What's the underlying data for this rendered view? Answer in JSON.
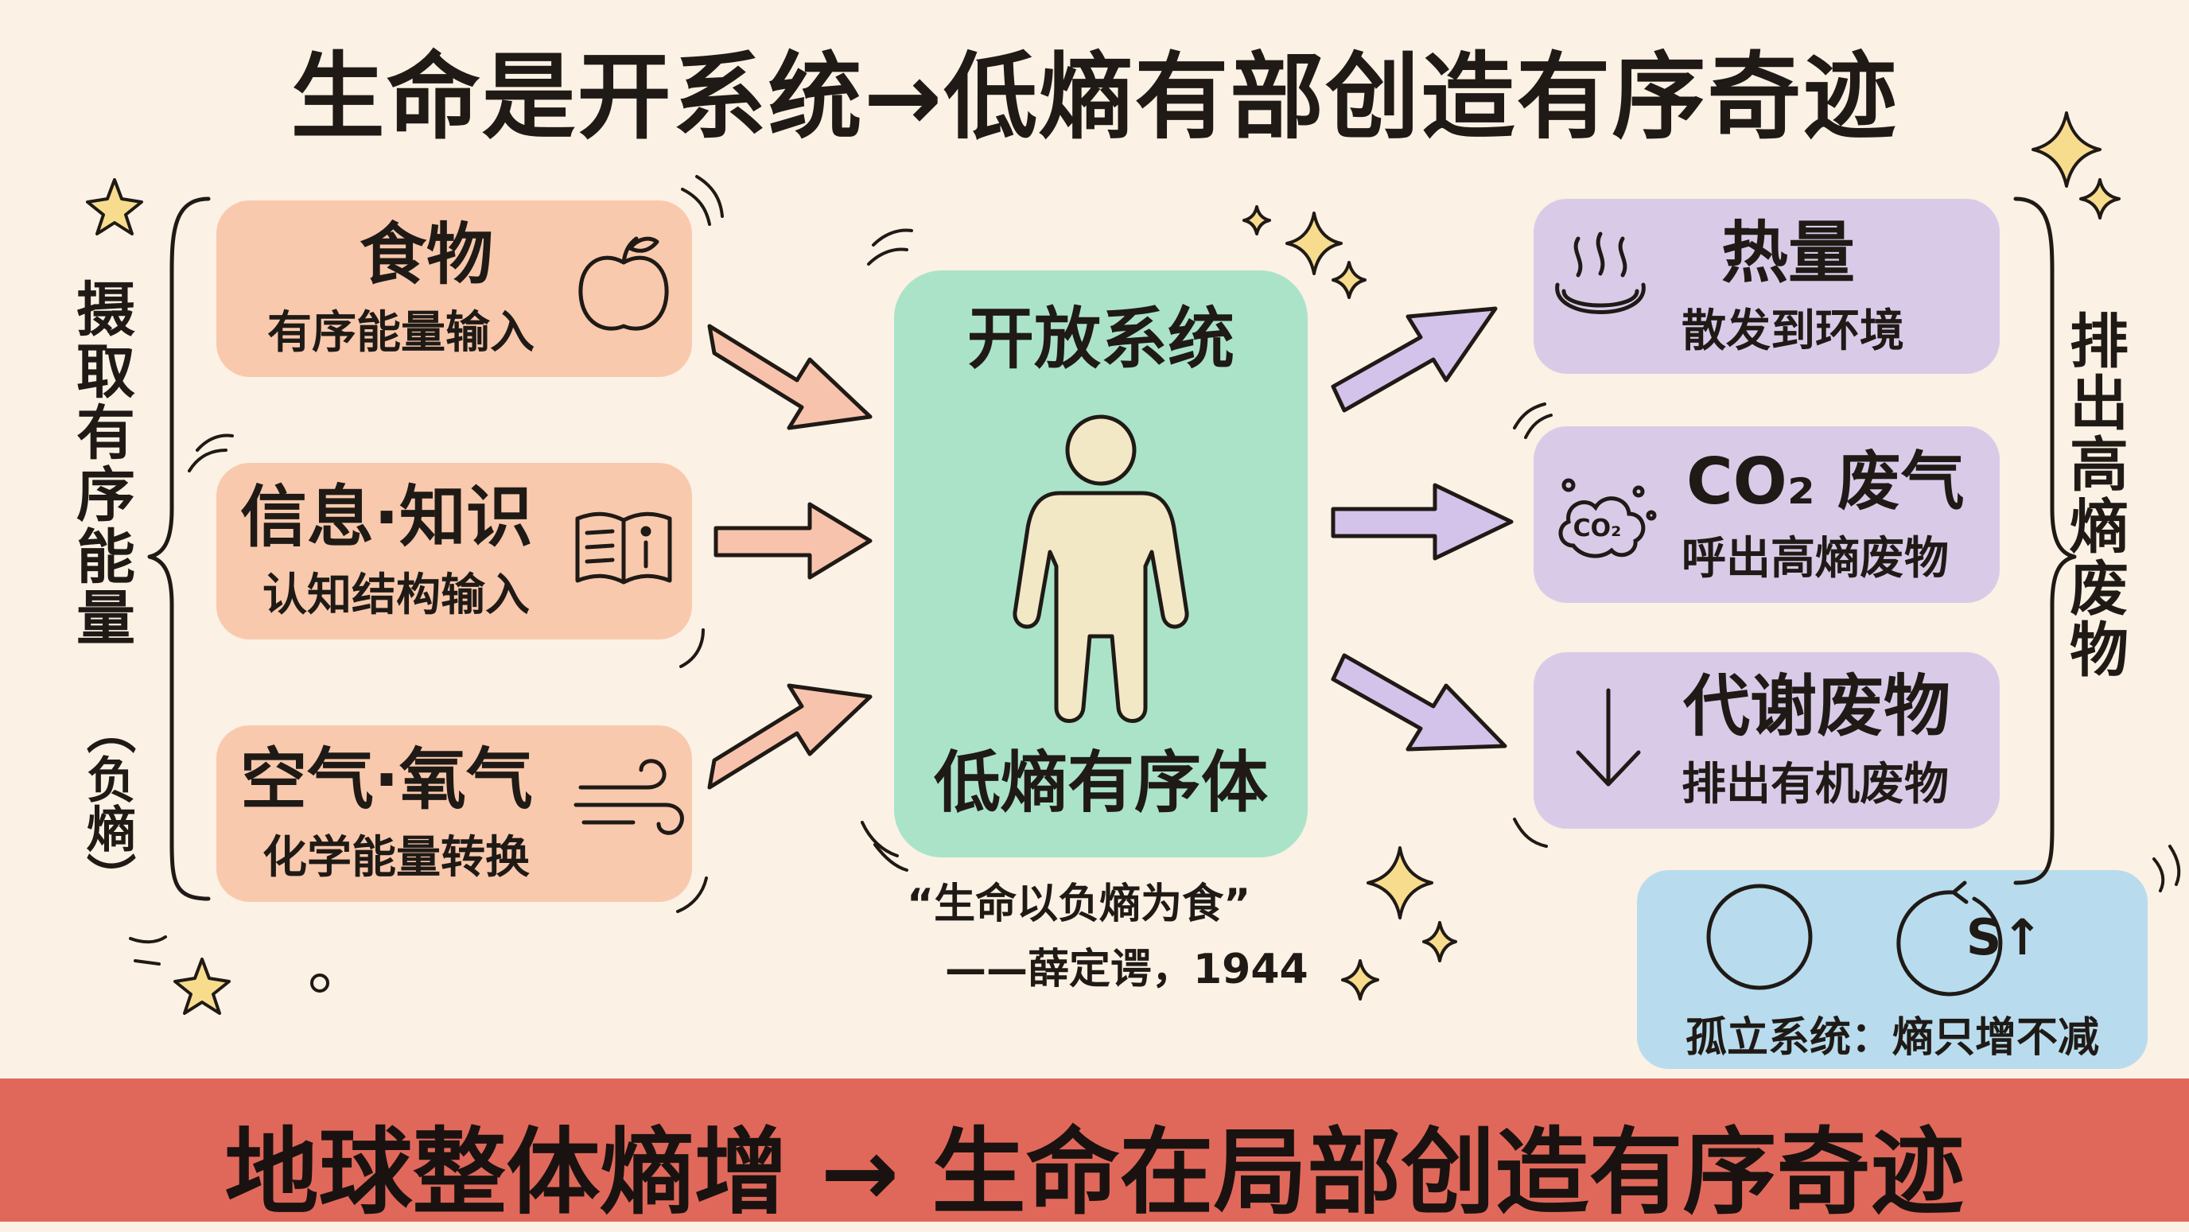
{
  "title": "生命是开系统→低熵有部创造有序奇迹",
  "left_label": {
    "chars": [
      "摄",
      "取",
      "有",
      "序",
      "能",
      "量"
    ],
    "paren": "（负熵）"
  },
  "right_label": {
    "chars": [
      "排",
      "出",
      "高",
      "熵",
      "废",
      "物"
    ]
  },
  "inputs": [
    {
      "title": "食物",
      "subtitle": "有序能量输入",
      "icon": "apple-icon"
    },
    {
      "title": "信息·知识",
      "subtitle": "认知结构输入",
      "icon": "book-info-icon"
    },
    {
      "title": "空气·氧气",
      "subtitle": "化学能量转换",
      "icon": "wind-icon"
    }
  ],
  "center": {
    "title": "开放系统",
    "subtitle": "低熵有序体",
    "icon": "person-icon"
  },
  "outputs": [
    {
      "title": "热量",
      "subtitle": "散发到环境",
      "icon": "heat-icon"
    },
    {
      "title": "CO₂ 废气",
      "subtitle": "呼出高熵废物",
      "icon": "co2-cloud-icon",
      "icon_text": "CO₂"
    },
    {
      "title": "代谢废物",
      "subtitle": "排出有机废物",
      "icon": "down-arrow-icon"
    }
  ],
  "quote": {
    "text": "“生命以负熵为食”",
    "author": "——薛定谔，1944"
  },
  "isolated": {
    "label": "孤立系统：熵只增不减",
    "entropy_symbol": "S↑"
  },
  "banner": "地球整体熵增 → 生命在局部创造有序奇迹",
  "colors": {
    "background": "#fbf1e4",
    "input_box": "#f9c9ad",
    "center_box": "#abe3c9",
    "output_box": "#d9cbe8",
    "isolated_box": "#b8dcee",
    "banner": "#e0685a",
    "input_arrow": "#f8c3ad",
    "output_arrow": "#d3c3ea",
    "star": "#f8dc8e"
  }
}
